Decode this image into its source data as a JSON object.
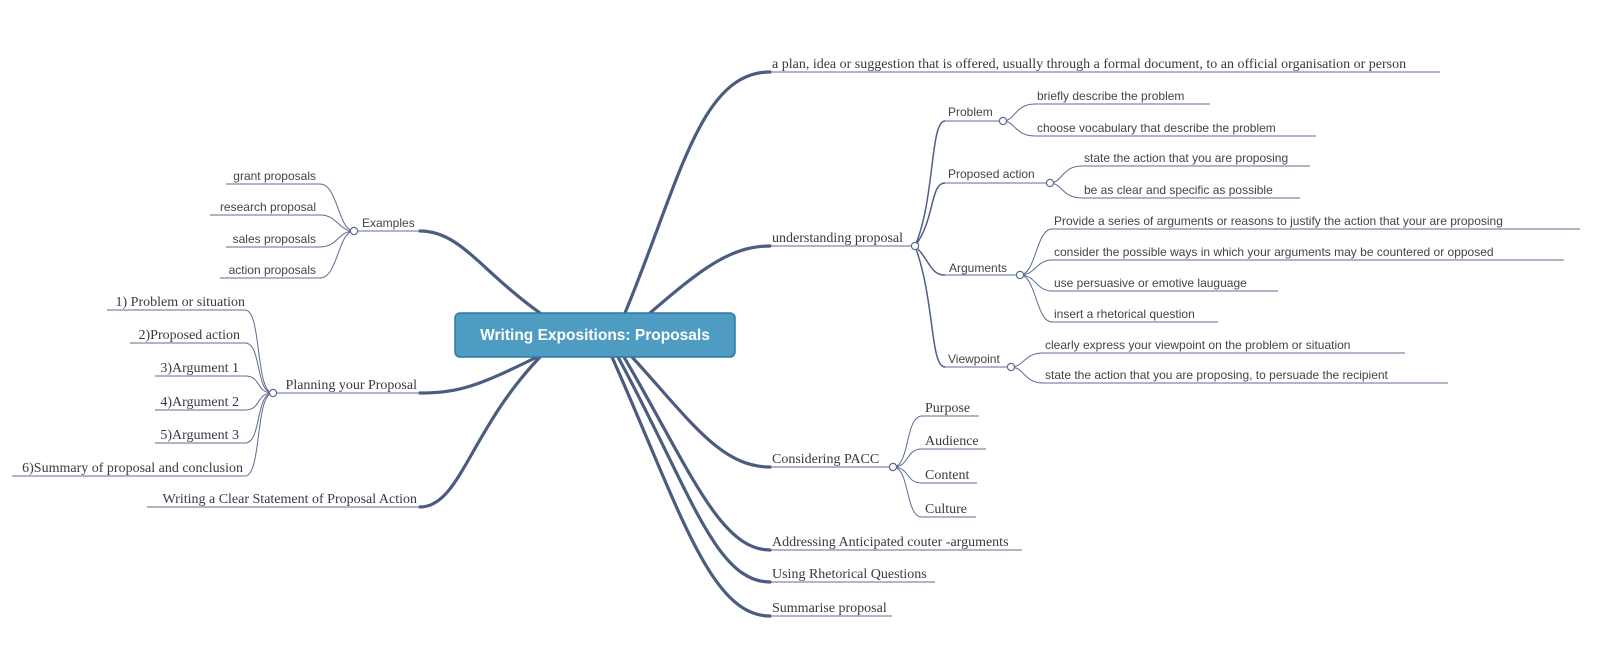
{
  "central_topic": "Writing Expositions: Proposals",
  "right": {
    "definition": "a plan, idea or suggestion that is offered, usually through a formal document, to an official organisation or person",
    "understanding": {
      "label": "understanding proposal",
      "problem": {
        "label": "Problem",
        "items": [
          "briefly describe the problem",
          "choose vocabulary that describe the problem"
        ]
      },
      "proposed_action": {
        "label": "Proposed action",
        "items": [
          "state the action that you are proposing",
          "be as clear and specific as possible"
        ]
      },
      "arguments": {
        "label": "Arguments",
        "items": [
          "Provide a series of arguments or reasons to justify the action that your are proposing",
          "consider the possible ways in which your arguments may be countered or opposed",
          "use persuasive or emotive lauguage",
          "insert a rhetorical question"
        ]
      },
      "viewpoint": {
        "label": "Viewpoint",
        "items": [
          "clearly express your viewpoint on the problem or situation",
          "state the action that you are proposing, to persuade the recipient"
        ]
      }
    },
    "pacc": {
      "label": "Considering PACC",
      "items": [
        "Purpose",
        "Audience",
        "Content",
        "Culture"
      ]
    },
    "counter": "Addressing Anticipated couter -arguments",
    "rhetorical": "Using Rhetorical Questions",
    "summarise": "Summarise proposal"
  },
  "left": {
    "examples": {
      "label": "Examples",
      "items": [
        "grant proposals",
        "research proposal",
        "sales proposals",
        "action proposals"
      ]
    },
    "planning": {
      "label": "Planning your Proposal",
      "items": [
        "1) Problem or situation",
        "2)Proposed action",
        "3)Argument 1",
        "4)Argument 2",
        "5)Argument 3",
        "6)Summary of proposal and conclusion"
      ]
    },
    "statement": "Writing a Clear Statement of Proposal Action"
  },
  "colors": {
    "central_fill": "#4f9cc3",
    "central_border": "#2f7aa3",
    "branch": "#4a5c7f",
    "text": "#3a3a3a"
  }
}
